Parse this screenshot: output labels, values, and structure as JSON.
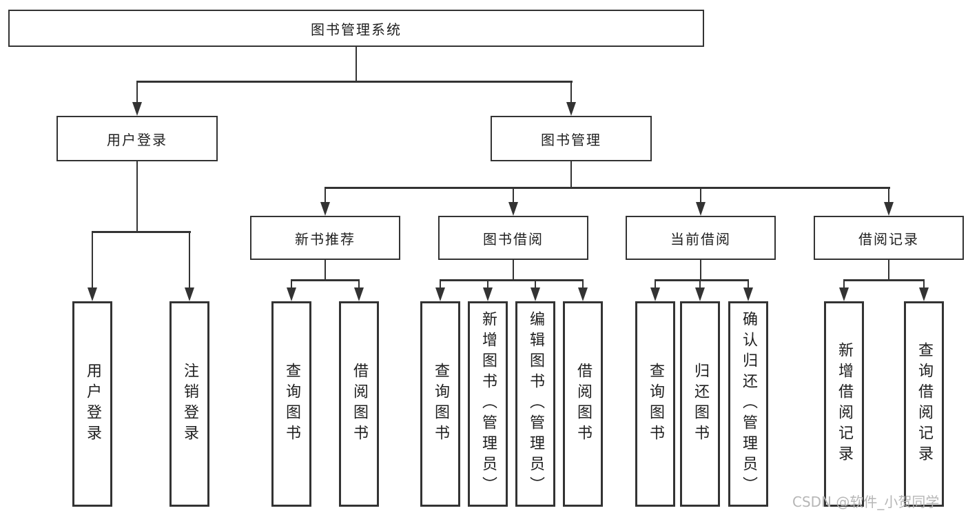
{
  "nodes": {
    "root": "图书管理系统",
    "user_login": "用户登录",
    "book_mgmt": "图书管理",
    "new_book_rec": "新书推荐",
    "book_borrow": "图书借阅",
    "current_borrow": "当前借阅",
    "borrow_records": "借阅记录",
    "user_login_leaf": "用户登录",
    "logout_leaf": "注销登录",
    "rec_query_book": "查询图书",
    "rec_borrow_book": "借阅图书",
    "bb_query_book": "查询图书",
    "bb_add_book": "新增图书（管理员）",
    "bb_edit_book": "编辑图书（管理员）",
    "bb_borrow_book": "借阅图书",
    "cb_query_book": "查询图书",
    "cb_return_book": "归还图书",
    "cb_confirm_return": "确认归还（管理员）",
    "br_add_record": "新增借阅记录",
    "br_query_record": "查询借阅记录"
  },
  "watermark": "CSDN @软件_小贺同学",
  "colors": {
    "line": "#333333",
    "box_border": "#333333",
    "text": "#1f1f1f",
    "watermark": "#b6b6b6",
    "background": "#ffffff"
  }
}
